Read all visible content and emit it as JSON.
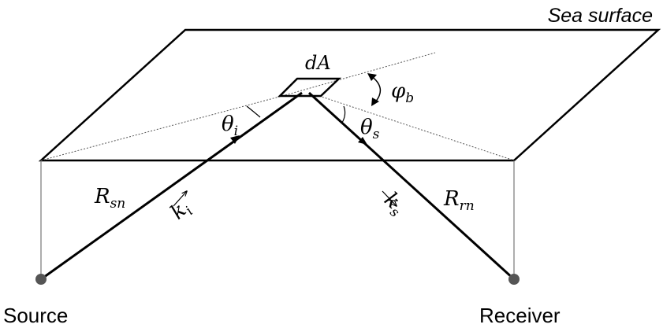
{
  "labels": {
    "surface": "Sea surface",
    "area": "dA",
    "phi": "φ",
    "phi_sub": "b",
    "theta_i": "θ",
    "theta_i_sub": "i",
    "theta_s": "θ",
    "theta_s_sub": "s",
    "r_sn": "R",
    "r_sn_sub": "sn",
    "r_rn": "R",
    "r_rn_sub": "rn",
    "k_i": "k",
    "k_i_sub": "i",
    "k_s": "k",
    "k_s_sub": "s",
    "source": "Source",
    "receiver": "Receiver"
  },
  "colors": {
    "line": "#000000",
    "dotted": "#555555",
    "marker": "#555555",
    "background": "#ffffff"
  }
}
